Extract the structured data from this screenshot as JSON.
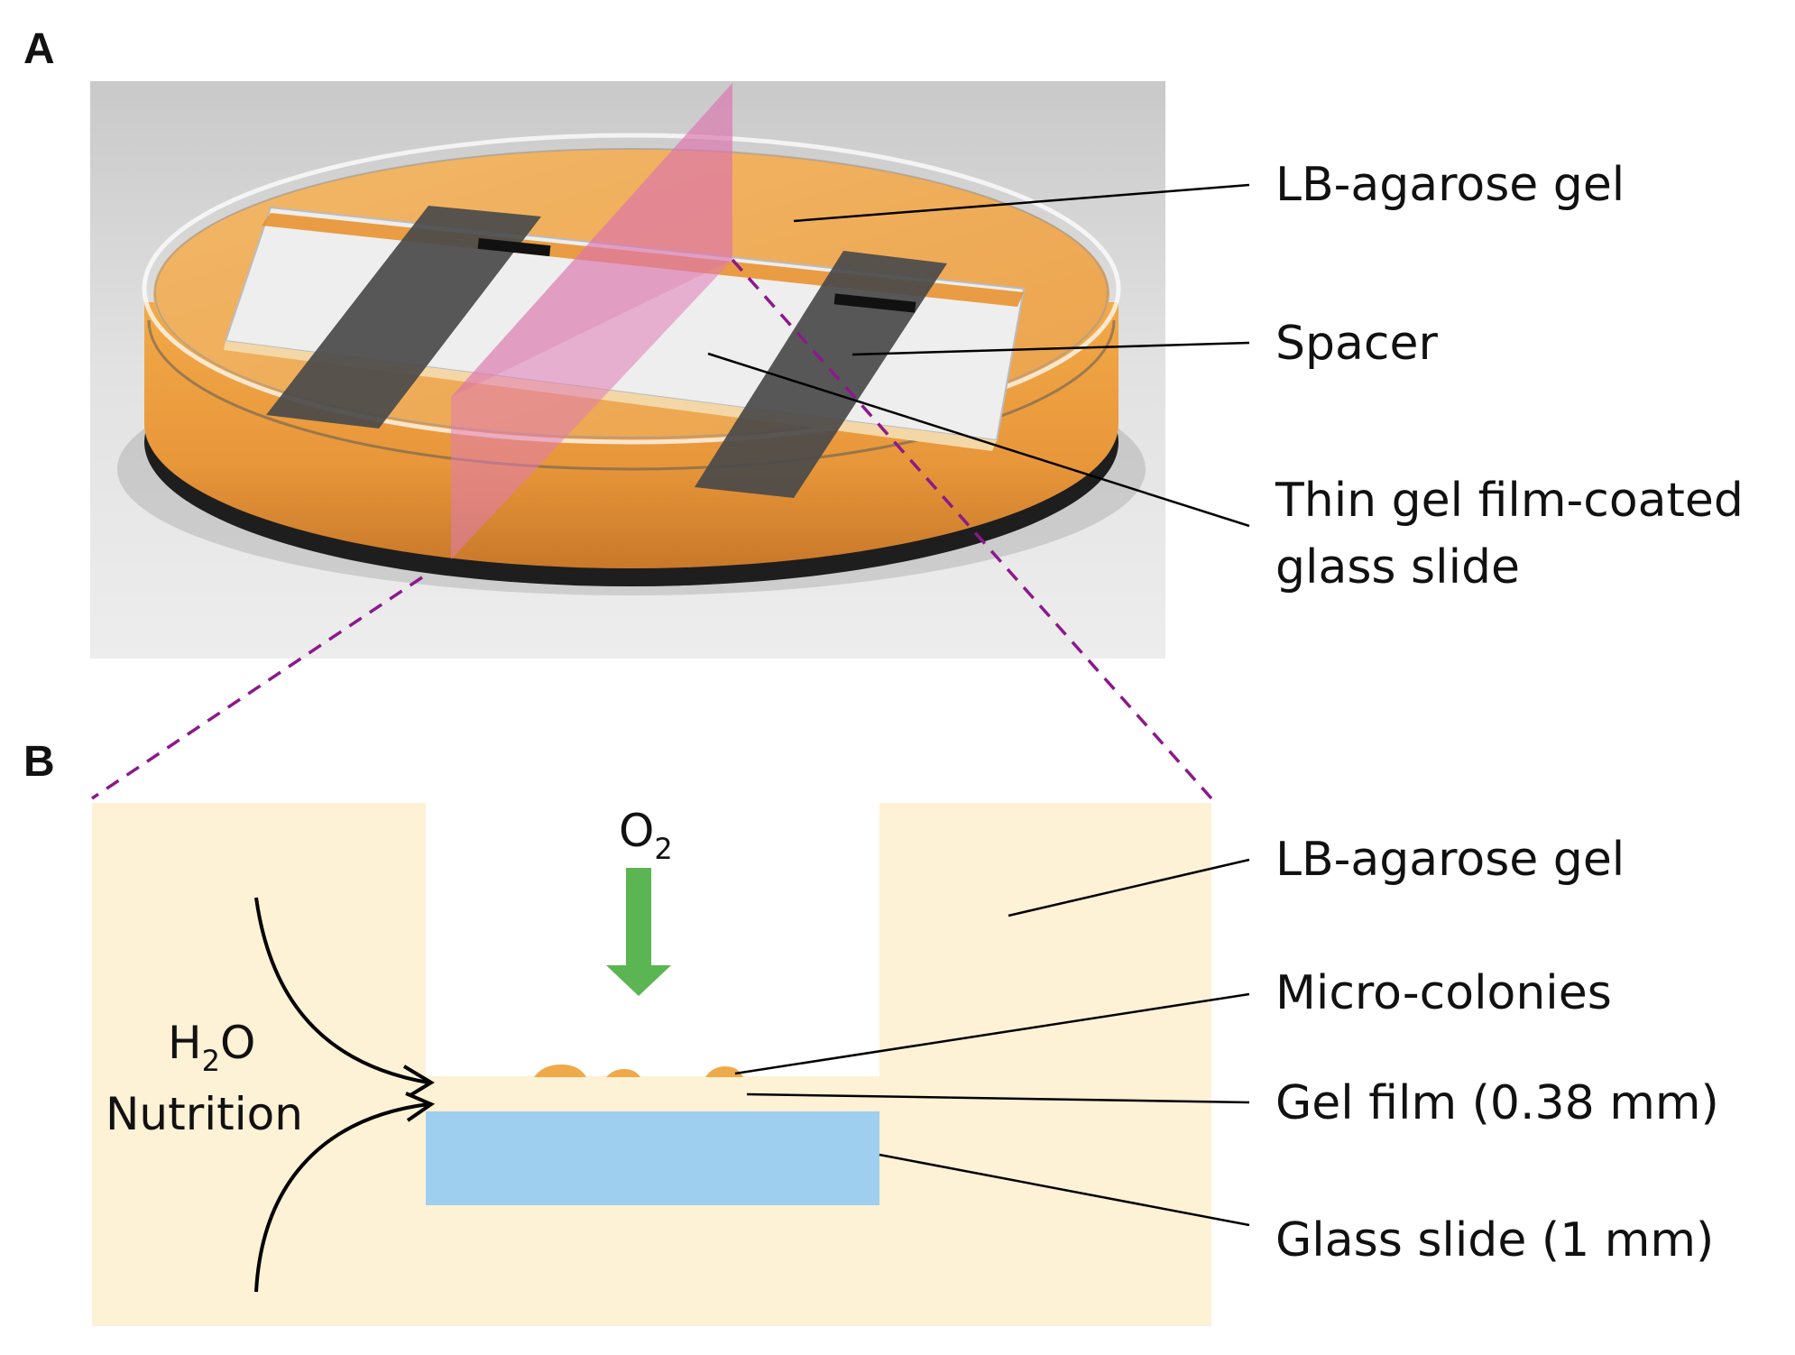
{
  "panels": {
    "a": {
      "letter": "A"
    },
    "b": {
      "letter": "B"
    }
  },
  "panel_a_labels": {
    "lb_agarose_gel": "LB-agarose gel",
    "spacer": "Spacer",
    "slide_line1": "Thin gel film-coated",
    "slide_line2": "glass slide"
  },
  "panel_b_labels": {
    "lb_agarose_gel": "LB-agarose gel",
    "micro_colonies": "Micro-colonies",
    "gel_film": "Gel film (0.38 mm)",
    "glass_slide": "Glass slide (1 mm)"
  },
  "inner_labels": {
    "oxygen_base": "O",
    "oxygen_sub": "2",
    "water_base": "H",
    "water_sub": "2",
    "water_end": "O",
    "nutrition": "Nutrition"
  },
  "colors": {
    "agarose_orange": "#f0a948",
    "gel_cream": "#fdf1d6",
    "glass_blue": "#9fcfee",
    "o2_arrow_green": "#5ab552",
    "zoom_purple": "#8b1a8b",
    "cut_plane_pink": "#e07bb6",
    "spacer_dark": "#4a4a4a"
  }
}
